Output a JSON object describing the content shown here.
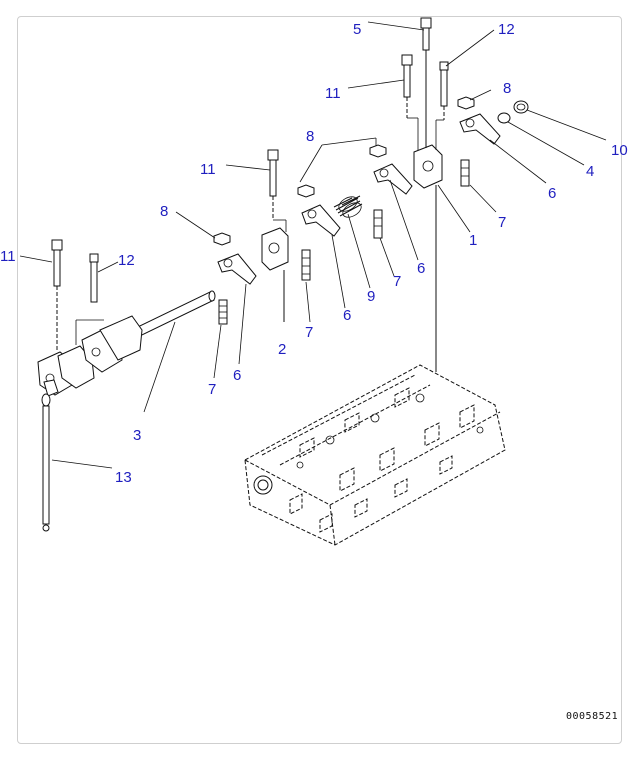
{
  "diagram": {
    "labels": [
      {
        "id": "l5",
        "text": "5"
      },
      {
        "id": "l12a",
        "text": "12"
      },
      {
        "id": "l11a",
        "text": "11"
      },
      {
        "id": "l8a",
        "text": "8"
      },
      {
        "id": "l10",
        "text": "10"
      },
      {
        "id": "l8b",
        "text": "8"
      },
      {
        "id": "l4",
        "text": "4"
      },
      {
        "id": "l11b",
        "text": "11"
      },
      {
        "id": "l6a",
        "text": "6"
      },
      {
        "id": "l7a",
        "text": "7"
      },
      {
        "id": "l1",
        "text": "1"
      },
      {
        "id": "l8c",
        "text": "8"
      },
      {
        "id": "l6b",
        "text": "6"
      },
      {
        "id": "l11c",
        "text": "11"
      },
      {
        "id": "l12b",
        "text": "12"
      },
      {
        "id": "l7b",
        "text": "7"
      },
      {
        "id": "l9",
        "text": "9"
      },
      {
        "id": "l6c",
        "text": "6"
      },
      {
        "id": "l2",
        "text": "2"
      },
      {
        "id": "l7c",
        "text": "7"
      },
      {
        "id": "l6d",
        "text": "6"
      },
      {
        "id": "l7d",
        "text": "7"
      },
      {
        "id": "l3",
        "text": "3"
      },
      {
        "id": "l13",
        "text": "13"
      }
    ],
    "code": "00058521"
  }
}
